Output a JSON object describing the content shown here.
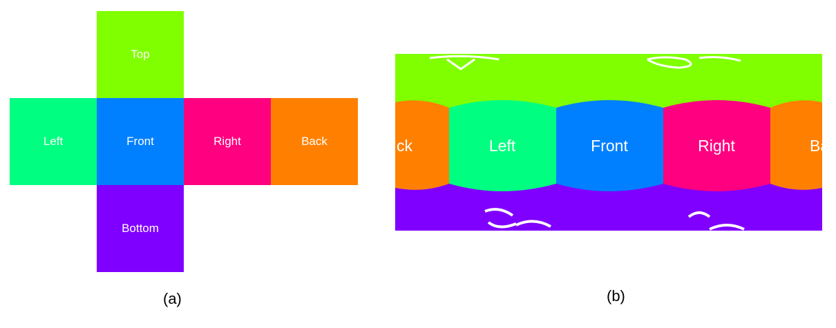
{
  "panel_a": {
    "caption": "(a)",
    "faces": {
      "top": "Top",
      "left": "Left",
      "front": "Front",
      "right": "Right",
      "back": "Back",
      "bottom": "Bottom"
    }
  },
  "panel_b": {
    "caption": "(b)",
    "labels": {
      "back_left": "ck",
      "left": "Left",
      "front": "Front",
      "right": "Right",
      "back_right": "Ba"
    }
  },
  "colors": {
    "top": "#80ff00",
    "left": "#00ff80",
    "front": "#0080ff",
    "right": "#ff0080",
    "back": "#ff8000",
    "bottom": "#8000ff"
  }
}
